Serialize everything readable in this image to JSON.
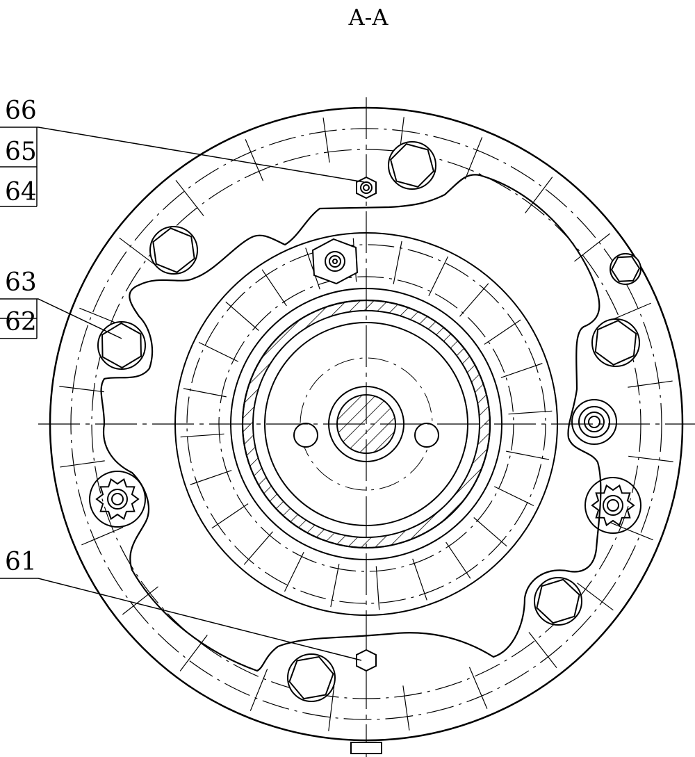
{
  "section_title": "A-A",
  "callouts": [
    {
      "id": "66",
      "text": "66"
    },
    {
      "id": "65",
      "text": "65"
    },
    {
      "id": "64",
      "text": "64"
    },
    {
      "id": "63",
      "text": "63"
    },
    {
      "id": "62",
      "text": "62"
    },
    {
      "id": "61",
      "text": "61"
    }
  ],
  "colors": {
    "line": "#000000",
    "background": "#ffffff"
  }
}
